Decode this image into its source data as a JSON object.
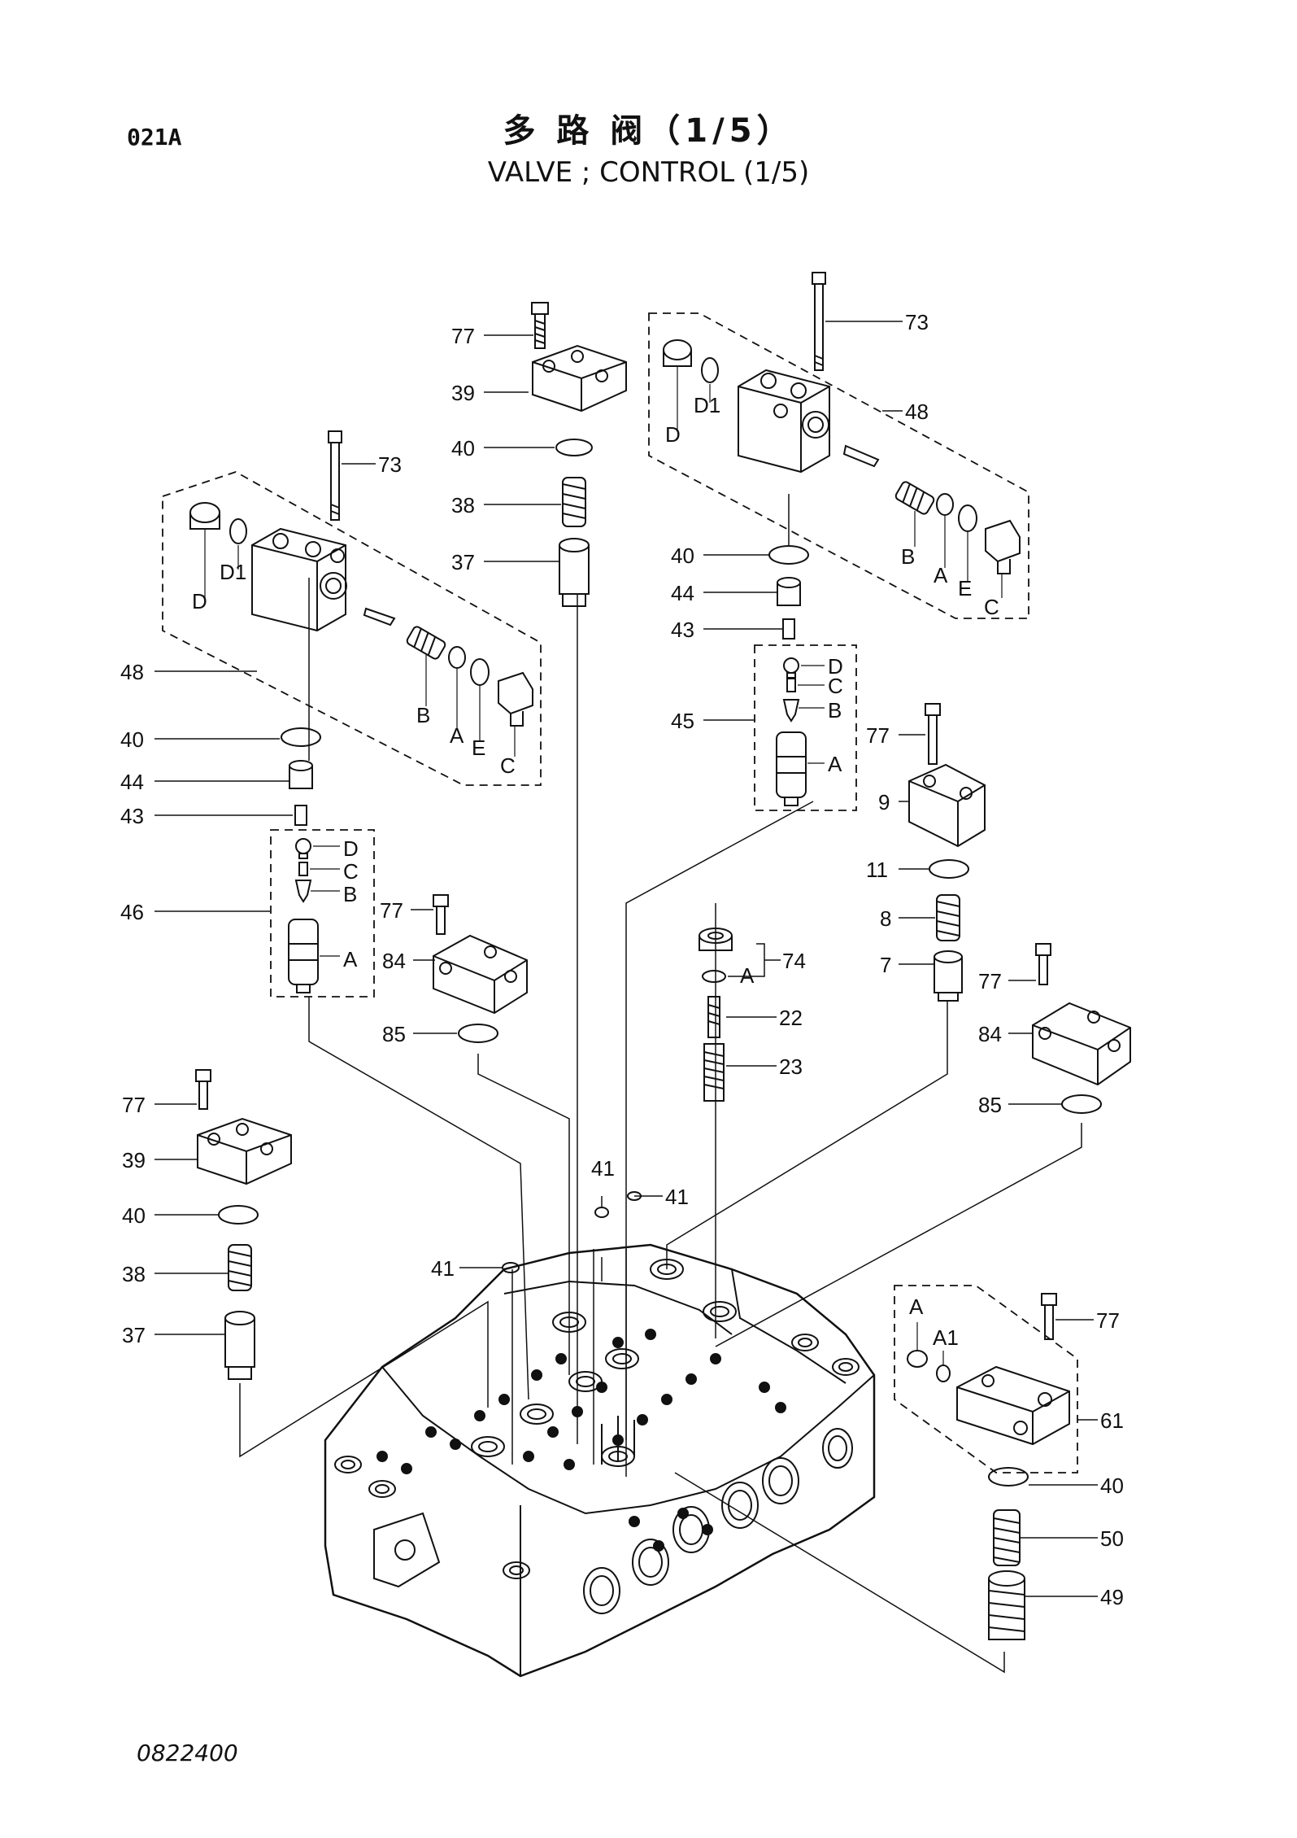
{
  "header": {
    "page_code": "021A",
    "title_cn": "多 路 阀（1/5）",
    "title_en": "VALVE ; CONTROL (1/5)"
  },
  "footer": {
    "doc_number": "0822400"
  },
  "callouts": {
    "c77a": "77",
    "c39a": "39",
    "c40a": "40",
    "c38a": "38",
    "c37a": "37",
    "c73l": "73",
    "c48l": "48",
    "c40l": "40",
    "c44l": "44",
    "c43l": "43",
    "c46": "46",
    "c73r": "73",
    "c48r": "48",
    "c40r": "40",
    "c44r": "44",
    "c43r": "43",
    "c45": "45",
    "c77b": "77",
    "c84a": "84",
    "c85a": "85",
    "c77c": "77",
    "c39b": "39",
    "c40b": "40",
    "c38b": "38",
    "c37b": "37",
    "c74": "74",
    "c22": "22",
    "c23": "23",
    "c77d": "77",
    "c9": "9",
    "c11": "11",
    "c8": "8",
    "c7": "7",
    "c77e": "77",
    "c84b": "84",
    "c85b": "85",
    "c41a": "41",
    "c41b": "41",
    "c41c": "41",
    "c77f": "77",
    "c61": "61",
    "c40c": "40",
    "c50": "50",
    "c49": "49"
  },
  "sub_letters": {
    "lD": "D",
    "lD1": "D1",
    "lB": "B",
    "lA": "A",
    "lE": "E",
    "lC": "C",
    "rD": "D",
    "rD1": "D1",
    "rB": "B",
    "rA": "A",
    "rE": "E",
    "rC": "C",
    "k46D": "D",
    "k46C": "C",
    "k46B": "B",
    "k46A": "A",
    "k45D": "D",
    "k45C": "C",
    "k45B": "B",
    "k45A": "A",
    "k74A": "A",
    "k61A": "A",
    "k61A1": "A1"
  }
}
